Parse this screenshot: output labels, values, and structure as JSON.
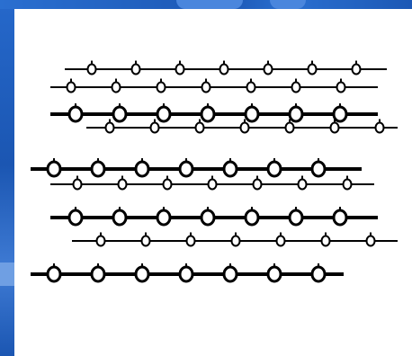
{
  "slide": {
    "background_color": "#1e63c6",
    "canvas_color": "#ffffff",
    "ink_color": "#000000",
    "diagram_kind": "layered-chains-of-beads"
  },
  "diagram": {
    "rows": [
      {
        "size": "small",
        "beads": 7
      },
      {
        "size": "small",
        "beads": 7
      },
      {
        "size": "large",
        "beads": 7
      },
      {
        "size": "small",
        "beads": 7
      },
      {
        "size": "large",
        "beads": 7
      },
      {
        "size": "small",
        "beads": 7
      },
      {
        "size": "large",
        "beads": 7
      },
      {
        "size": "small",
        "beads": 7
      },
      {
        "size": "large",
        "beads": 7
      }
    ]
  }
}
